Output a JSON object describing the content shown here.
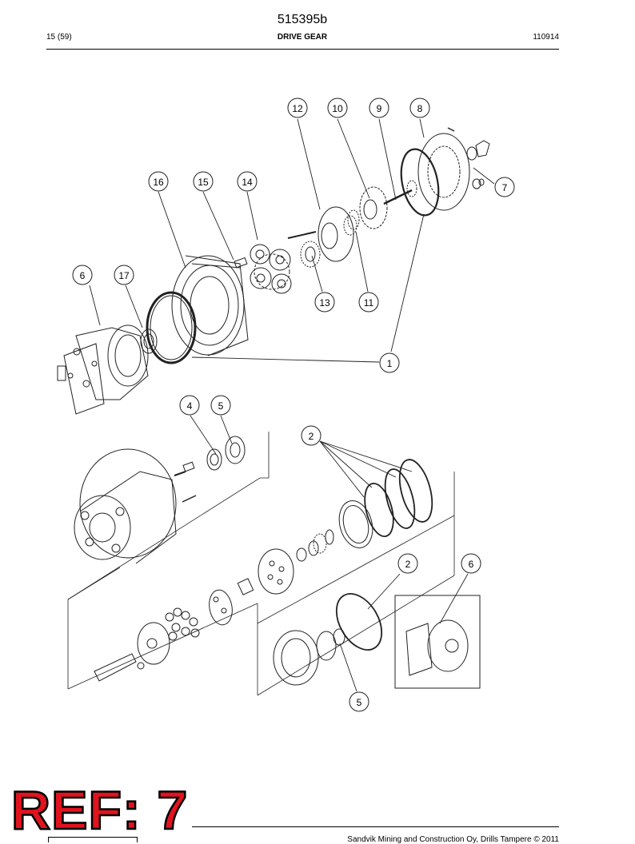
{
  "header": {
    "doc_id": "515395b",
    "page": "15 (59)",
    "section": "DRIVE GEAR",
    "date": "110914"
  },
  "footer": {
    "copyright": "Sandvik Mining and Construction Oy, Drills Tampere © 2011"
  },
  "stamp": {
    "label": "REF: 7"
  },
  "callouts": {
    "upper": [
      "12",
      "10",
      "9",
      "8",
      "7",
      "16",
      "15",
      "14",
      "6",
      "17",
      "13",
      "11",
      "1"
    ],
    "lower": [
      "4",
      "5",
      "2",
      "2",
      "6",
      "5"
    ]
  }
}
